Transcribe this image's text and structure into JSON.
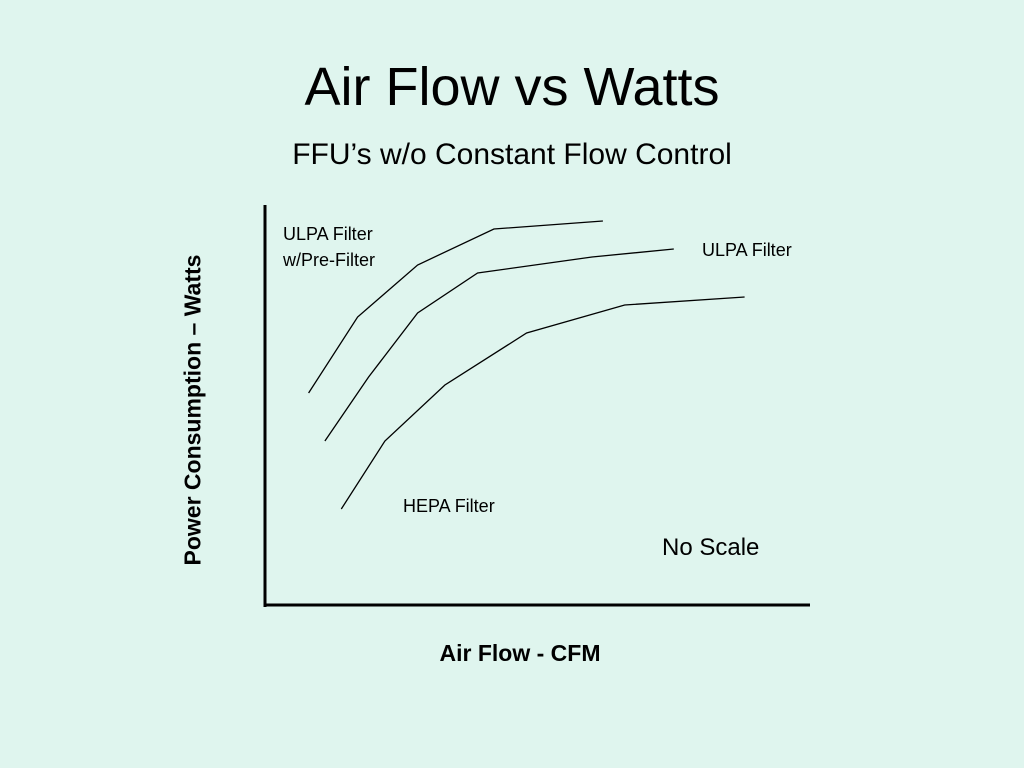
{
  "slide": {
    "background": "#dff5ee"
  },
  "chart_data": {
    "type": "line",
    "title": "Air Flow vs Watts",
    "subtitle": "FFU’s w/o Constant Flow Control",
    "xlabel": "Air Flow - CFM",
    "ylabel": "Power Consumption – Watts",
    "annotation": "No Scale",
    "xlim": [
      0,
      100
    ],
    "ylim": [
      0,
      100
    ],
    "grid": false,
    "legend": "none",
    "series": [
      {
        "name": "ULPA Filter\nw/Pre-Filter",
        "x": [
          8,
          17,
          28,
          42,
          62
        ],
        "y": [
          53,
          72,
          85,
          94,
          96
        ]
      },
      {
        "name": "ULPA Filter",
        "x": [
          11,
          19,
          28,
          39,
          60,
          75
        ],
        "y": [
          41,
          57,
          73,
          83,
          87,
          89
        ]
      },
      {
        "name": "HEPA Filter",
        "x": [
          14,
          22,
          33,
          48,
          66,
          88
        ],
        "y": [
          24,
          41,
          55,
          68,
          75,
          77
        ]
      }
    ]
  }
}
